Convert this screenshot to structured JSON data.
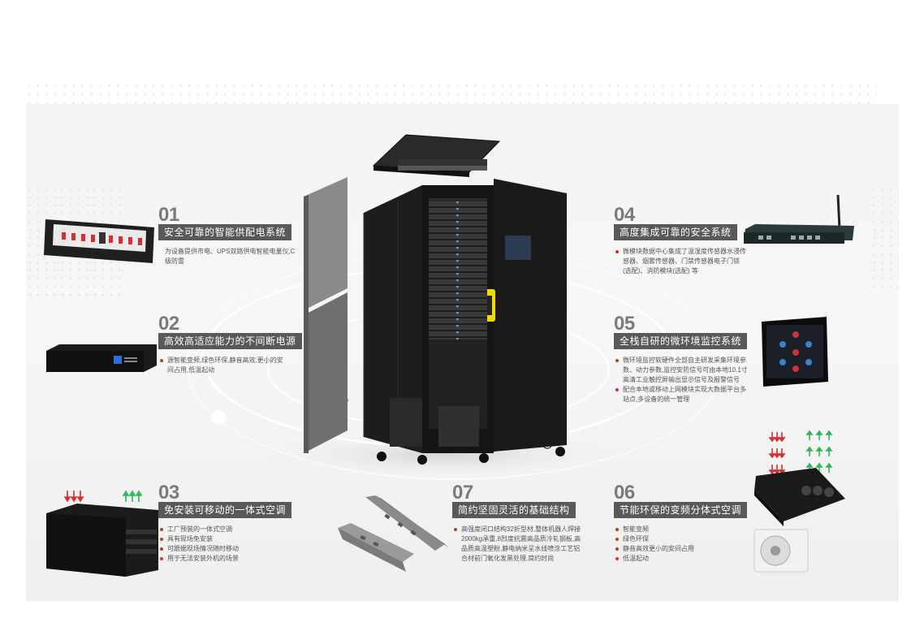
{
  "features": [
    {
      "number": "01",
      "title": "安全可靠的智能供配电系统",
      "desc": [
        "为设备提供市电、UPS双路供电智能电量仪,C级防雷"
      ]
    },
    {
      "number": "02",
      "title": "高效高适应能力的不间断电源",
      "desc": [
        "源智能变频,绿色环保,静音高效,更小的安间占用,低温起动"
      ]
    },
    {
      "number": "03",
      "title": "免安装可移动的一体式空调",
      "desc": [
        "工厂预装的一体式空调",
        "具有现场免安装",
        "可跟据现场情况随时移动",
        "用于无法安装外机的场景"
      ]
    },
    {
      "number": "04",
      "title": "高度集成可靠的安全系统",
      "desc": [
        "微模块数据中心集成了温湿度传感器水浸传感器、烟雾传感器、门禁传感器电子门锁(选配)、消防模块(选配) 等"
      ]
    },
    {
      "number": "05",
      "title": "全栈自研的微环境监控系统",
      "desc": [
        "微环境监控软硬件全部自主研发采集环境参数、动力参数,监控安防信号可由本地10.1寸高清工业触控屏输出显示信号及报警信号",
        "配合本地或移动上网模块实现大数据平台多站点,多设备的统一管理"
      ]
    },
    {
      "number": "06",
      "title": "节能环保的变频分体式空调",
      "desc": [
        "智能变频",
        "绿色环保",
        "静音高效更小的安间占用",
        "低温起动"
      ]
    },
    {
      "number": "07",
      "title": "简约坚固灵活的基础结构",
      "desc": [
        "高强度闭口结构32折型材,整体机器人焊接2000kg承重,8烈度抗震高品质冷轧钢板,高品质高温塑粉,静电纳米呈水线喷涂工艺铝合材前门氧化发黑处理,简约时尚"
      ]
    }
  ],
  "colors": {
    "title_bg": "#595959",
    "number": "#7b7b7b",
    "bullet": "#c0392b",
    "handle": "#f0d800",
    "arrow_down": "#d83030",
    "arrow_up": "#2fb55a"
  }
}
